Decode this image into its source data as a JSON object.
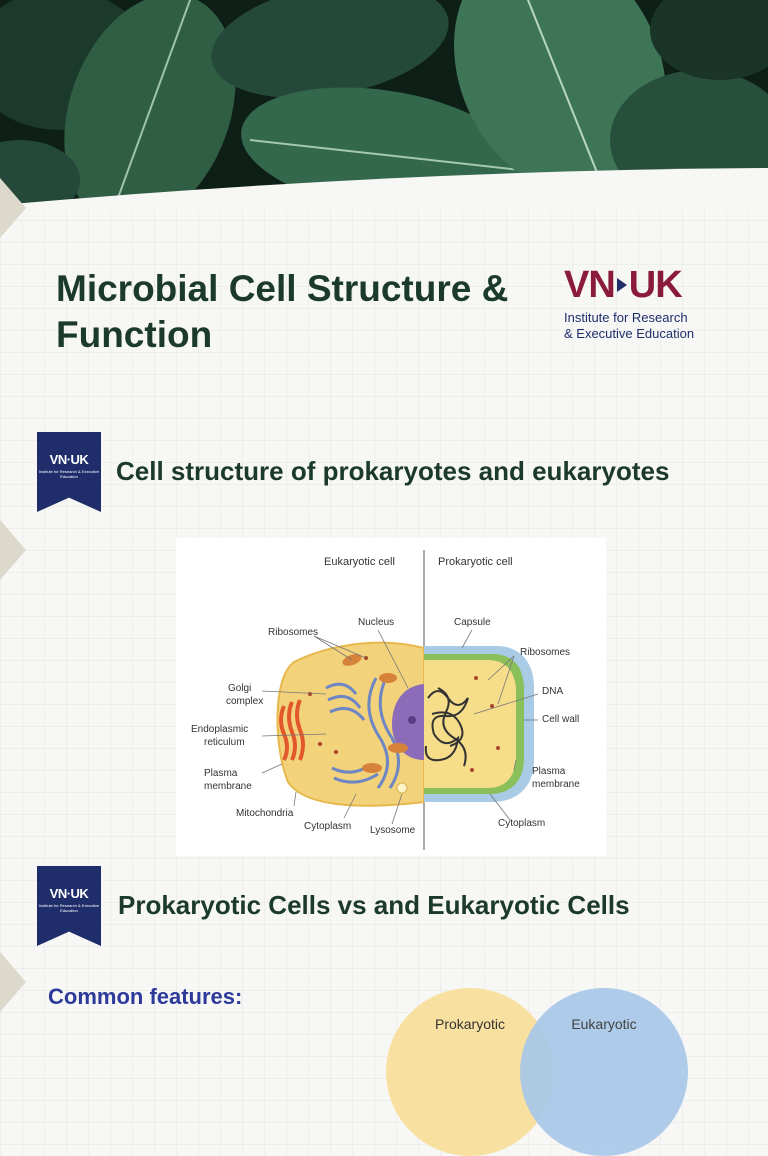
{
  "title": "Microbial Cell Structure & Function",
  "logo": {
    "mark_left": "VN",
    "mark_right": "UK",
    "line1": "Institute for Research",
    "line2": "& Executive Education"
  },
  "badge": {
    "mark": "VN·UK",
    "sub": "Institute for Research & Executive Education"
  },
  "section1": {
    "heading": "Cell structure of prokaryotes and eukaryotes"
  },
  "figure": {
    "eukaryotic_title": "Eukaryotic cell",
    "prokaryotic_title": "Prokaryotic cell",
    "labels": {
      "ribosomes_left": "Ribosomes",
      "nucleus": "Nucleus",
      "golgi1": "Golgi",
      "golgi2": "complex",
      "er1": "Endoplasmic",
      "er2": "reticulum",
      "pm_left1": "Plasma",
      "pm_left2": "membrane",
      "mitochondria": "Mitochondria",
      "cytoplasm_left": "Cytoplasm",
      "lysosome": "Lysosome",
      "capsule": "Capsule",
      "ribosomes_right": "Ribosomes",
      "dna": "DNA",
      "cell_wall": "Cell wall",
      "pm_right1": "Plasma",
      "pm_right2": "membrane",
      "cytoplasm_right": "Cytoplasm"
    }
  },
  "section2": {
    "heading": "Prokaryotic Cells vs and Eukaryotic Cells"
  },
  "common_features": "Common features:",
  "venn": {
    "left": "Prokaryotic",
    "right": "Eukaryotic"
  },
  "colors": {
    "title": "#1c3a2c",
    "brand_red": "#8b1b3d",
    "brand_navy": "#1f2e6b",
    "subhead": "#2d3a9a",
    "venn_left": "#f7e0a0",
    "venn_right": "#a8c8e8"
  }
}
